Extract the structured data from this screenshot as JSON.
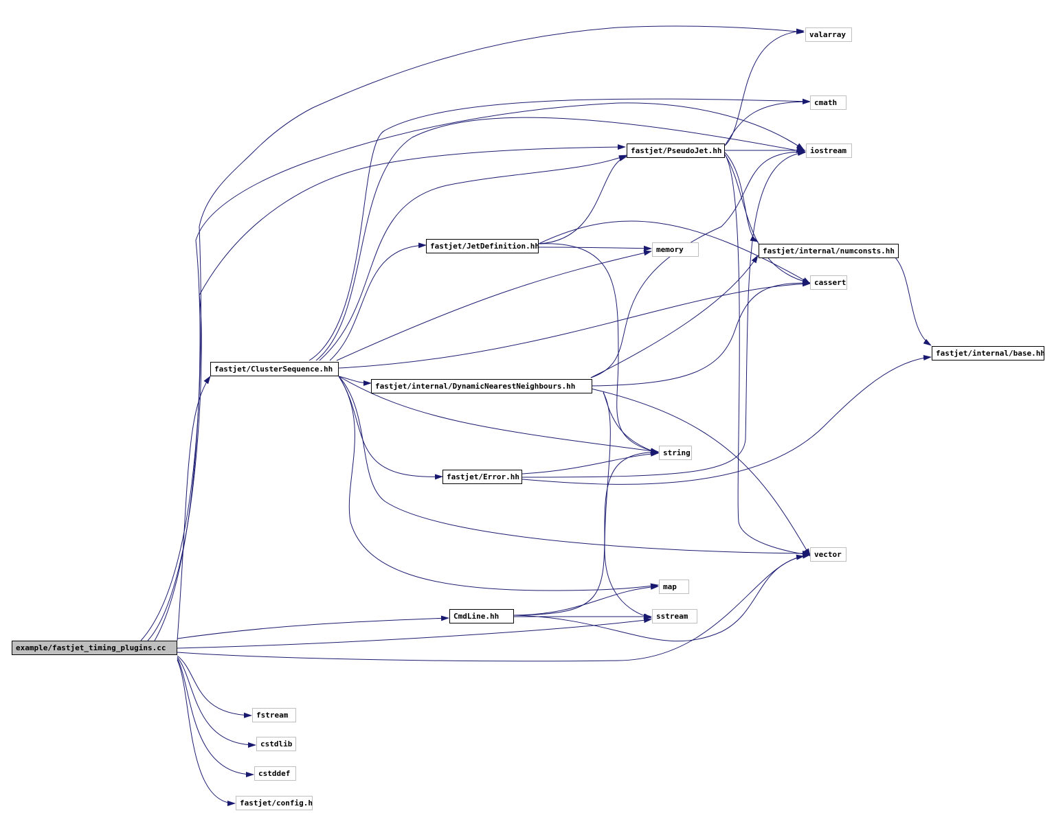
{
  "nodes": {
    "root": "example/fastjet_timing_plugins.cc",
    "clusterseq": "fastjet/ClusterSequence.hh",
    "jetdef": "fastjet/JetDefinition.hh",
    "pseudojet": "fastjet/PseudoJet.hh",
    "dnn": "fastjet/internal/DynamicNearestNeighbours.hh",
    "error": "fastjet/Error.hh",
    "cmdline": "CmdLine.hh",
    "numconsts": "fastjet/internal/numconsts.hh",
    "base": "fastjet/internal/base.hh",
    "valarray": "valarray",
    "cmath": "cmath",
    "iostream": "iostream",
    "memory": "memory",
    "cassert": "cassert",
    "string": "string",
    "vector": "vector",
    "map": "map",
    "sstream": "sstream",
    "fstream": "fstream",
    "cstdlib": "cstdlib",
    "cstddef": "cstddef",
    "config": "fastjet/config.h"
  },
  "colors": {
    "edge": "#191970",
    "root_fill": "#bfbfbf",
    "external_border": "#bfbfbf",
    "documented_border": "#000000"
  }
}
